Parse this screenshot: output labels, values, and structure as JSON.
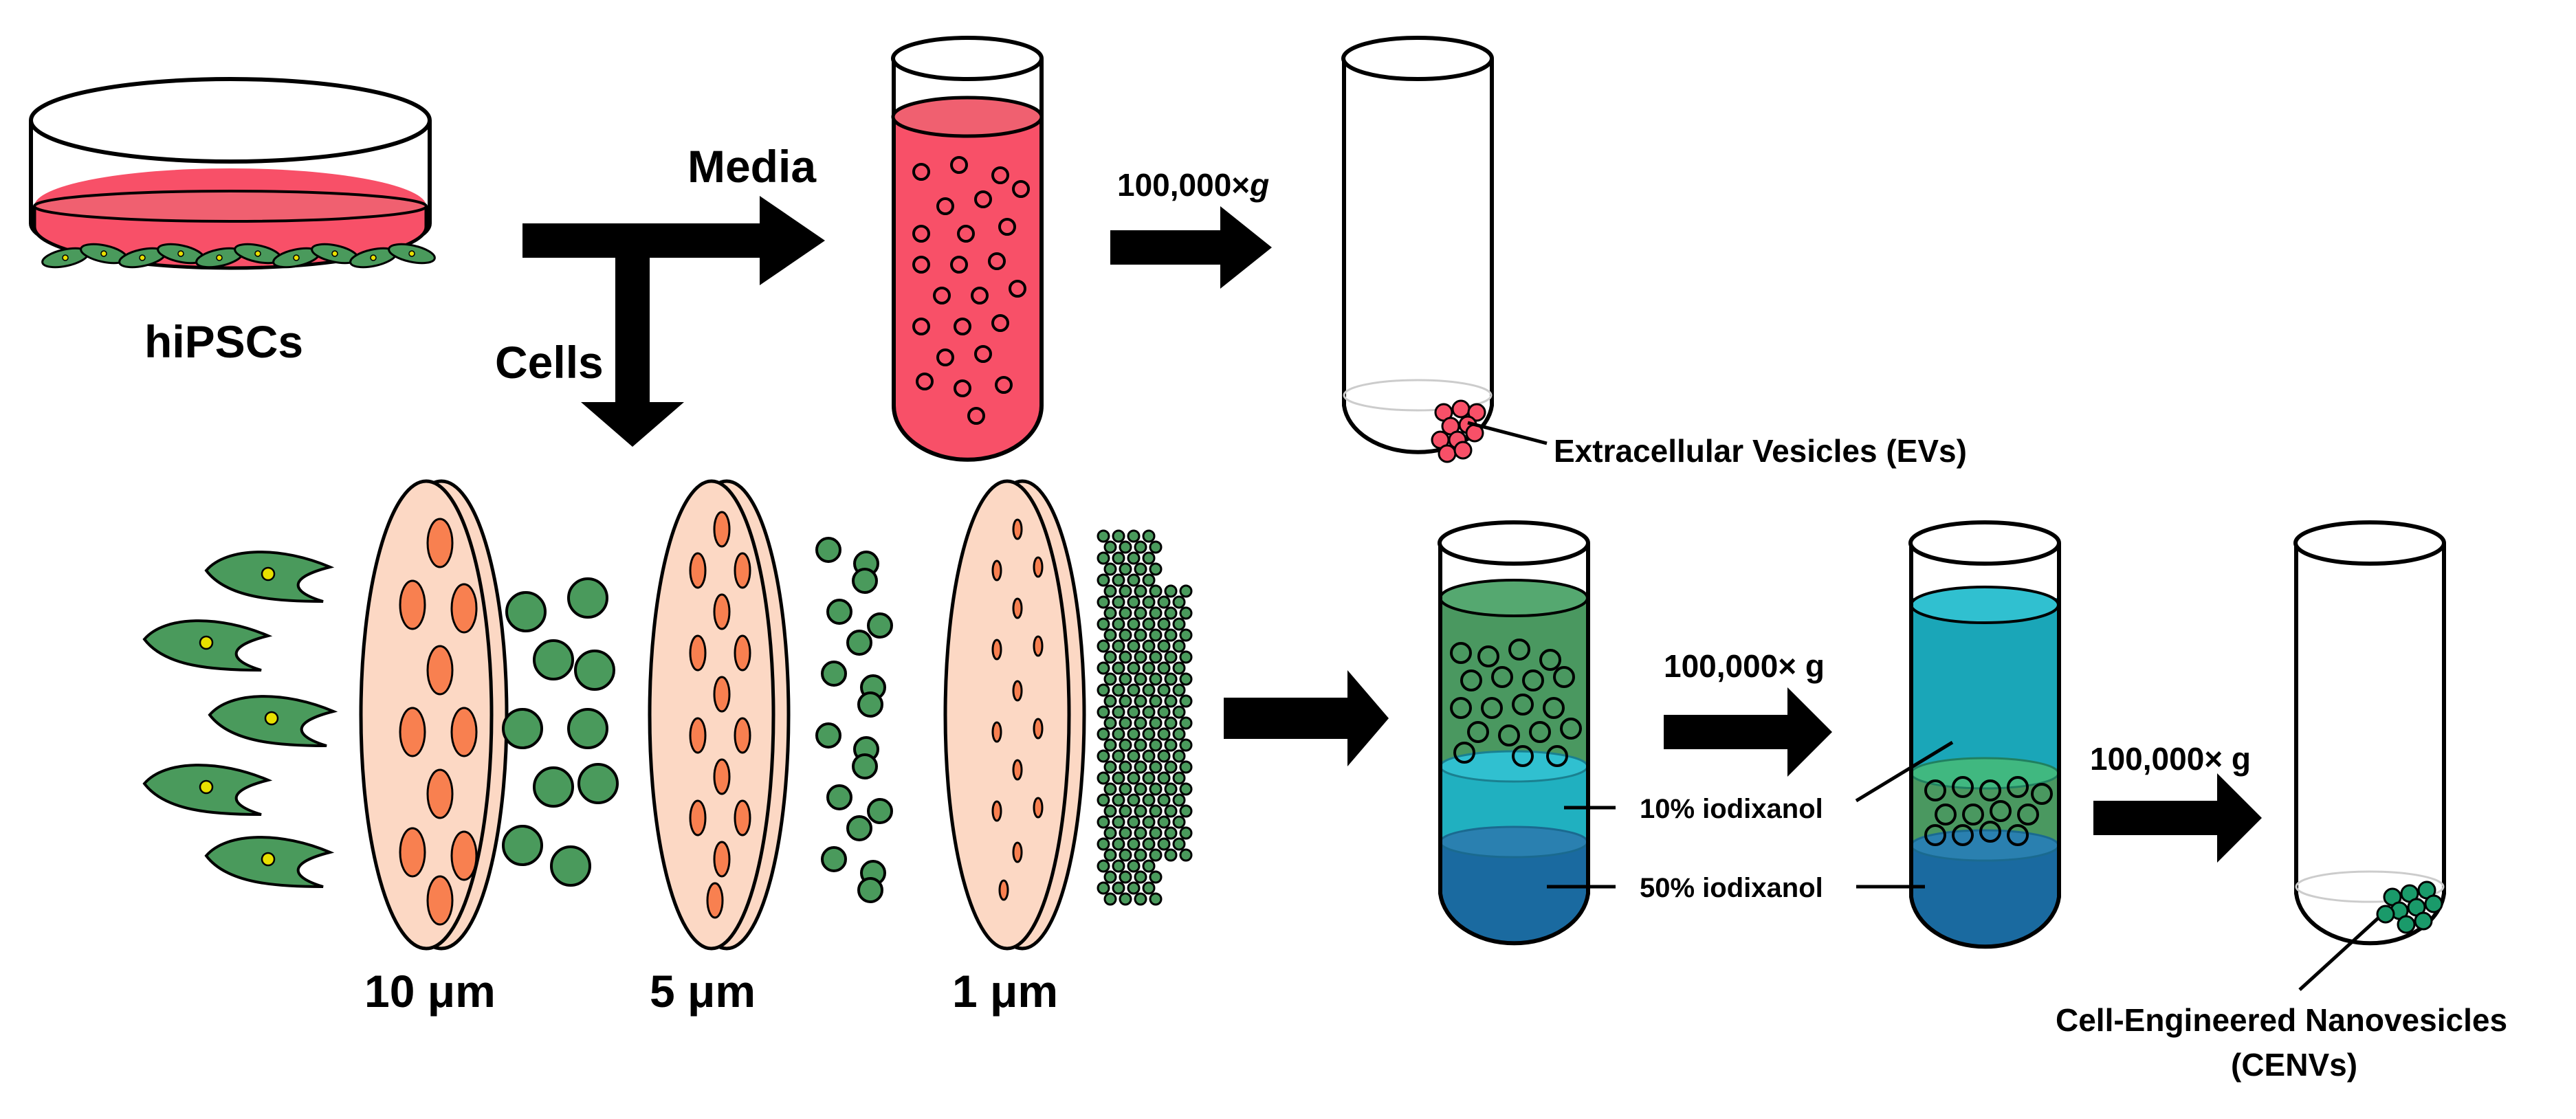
{
  "labels": {
    "source": "hiPSCs",
    "media": "Media",
    "cells": "Cells",
    "ev_spin": "100,000×",
    "ev_spin_unit": "g",
    "ev_product": "Extracellular Vesicles (EVs)",
    "filter_10": "10 μm",
    "filter_5": "5 μm",
    "filter_1": "1 μm",
    "spin_gradient": "100,000× g",
    "spin_final": "100,000× g",
    "iodixanol_10": "10%  iodixanol",
    "iodixanol_50": "50%  iodixanol",
    "cenv_product_line1": "Cell-Engineered Nanovesicles",
    "cenv_product_line2": "(CENVs)"
  },
  "colors": {
    "media_pink": "#f85068",
    "cell_green": "#4a9a5c",
    "nucleus_yellow": "#e8e000",
    "filter_fill": "#fcd8c4",
    "pore_orange": "#f88050",
    "layer_green": "#4a9860",
    "layer_teal": "#20b0c0",
    "layer_blue": "#1a6aa0",
    "cenv_green": "#1a9a6a"
  }
}
